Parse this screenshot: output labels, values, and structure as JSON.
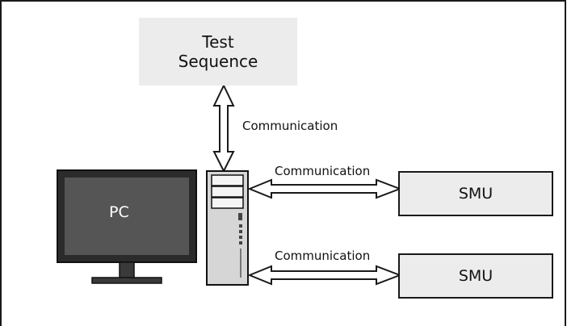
{
  "test_sequence": {
    "line1": "Test",
    "line2": "Sequence"
  },
  "pc": {
    "label": "PC"
  },
  "links": {
    "seq_pc": "Communication",
    "pc_smu1": "Communication",
    "pc_smu2": "Communication"
  },
  "smu": [
    {
      "label": "SMU"
    },
    {
      "label": "SMU"
    }
  ],
  "colors": {
    "box_fill": "#ececec",
    "stroke": "#1a1a1a",
    "screen": "#555555",
    "bezel": "#222222"
  }
}
